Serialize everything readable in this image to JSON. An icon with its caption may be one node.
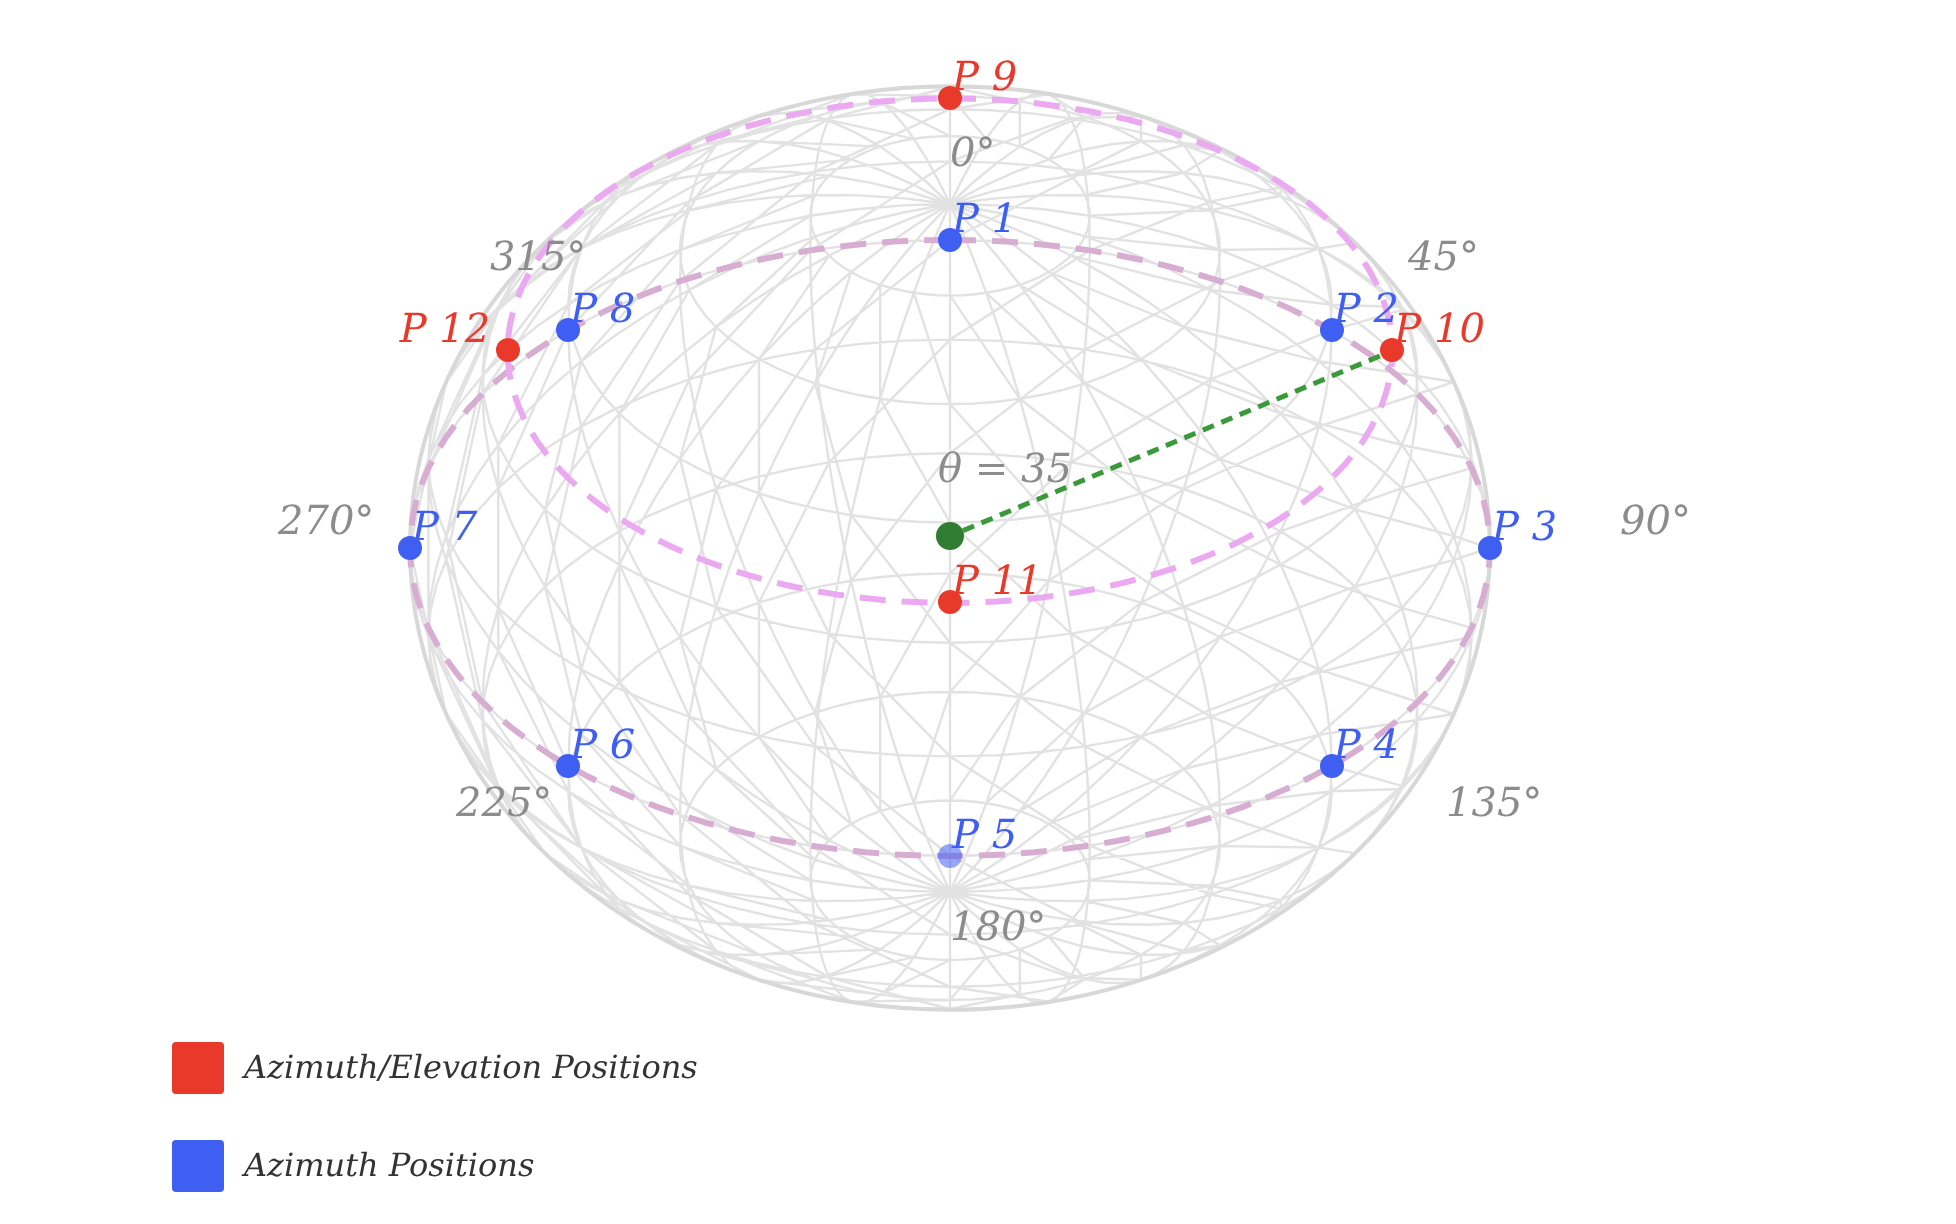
{
  "diagram": {
    "nodes": [
      {
        "text": [],
        "shape": "circle",
        "beside": [
          "P 9"
        ]
      },
      {
        "text": [],
        "shape": "circle",
        "beside": [
          "P 1"
        ]
      },
      {
        "text": [],
        "shape": "circle",
        "beside": [
          "P 12"
        ]
      },
      {
        "text": [],
        "shape": "circle",
        "beside": [
          "P 8"
        ]
      },
      {
        "text": [],
        "shape": "circle",
        "beside": [
          "P 2"
        ]
      },
      {
        "text": [],
        "shape": "circle",
        "beside": [
          "P 10"
        ]
      },
      {
        "text": [],
        "shape": "circle",
        "beside": [
          "P 7"
        ]
      },
      {
        "text": [],
        "shape": "circle"
      },
      {
        "text": [],
        "shape": "circle",
        "beside": [
          "P 3"
        ]
      },
      {
        "text": [],
        "shape": "circle",
        "beside": [
          "P 11"
        ]
      },
      {
        "text": [],
        "shape": "circle",
        "beside": [
          "P 6"
        ]
      },
      {
        "text": [],
        "shape": "circle",
        "beside": [
          "P 4"
        ]
      },
      {
        "text": [],
        "shape": "circle",
        "beside": [
          "P 5"
        ]
      }
    ],
    "edges": [
      {
        "from": 7,
        "to": 5,
        "arrow": "none",
        "style": "dashed",
        "color": "#3a9a3a"
      }
    ],
    "labels": [
      "0°",
      "315°",
      "45°",
      "θ = 35",
      "270°",
      "90°",
      "225°",
      "135°",
      "180°"
    ],
    "legend": [
      {
        "text": "Azimuth/Elevation Positions",
        "color": "#e8392b"
      },
      {
        "text": "Azimuth Positions",
        "color": "#3f5ef2"
      }
    ]
  }
}
